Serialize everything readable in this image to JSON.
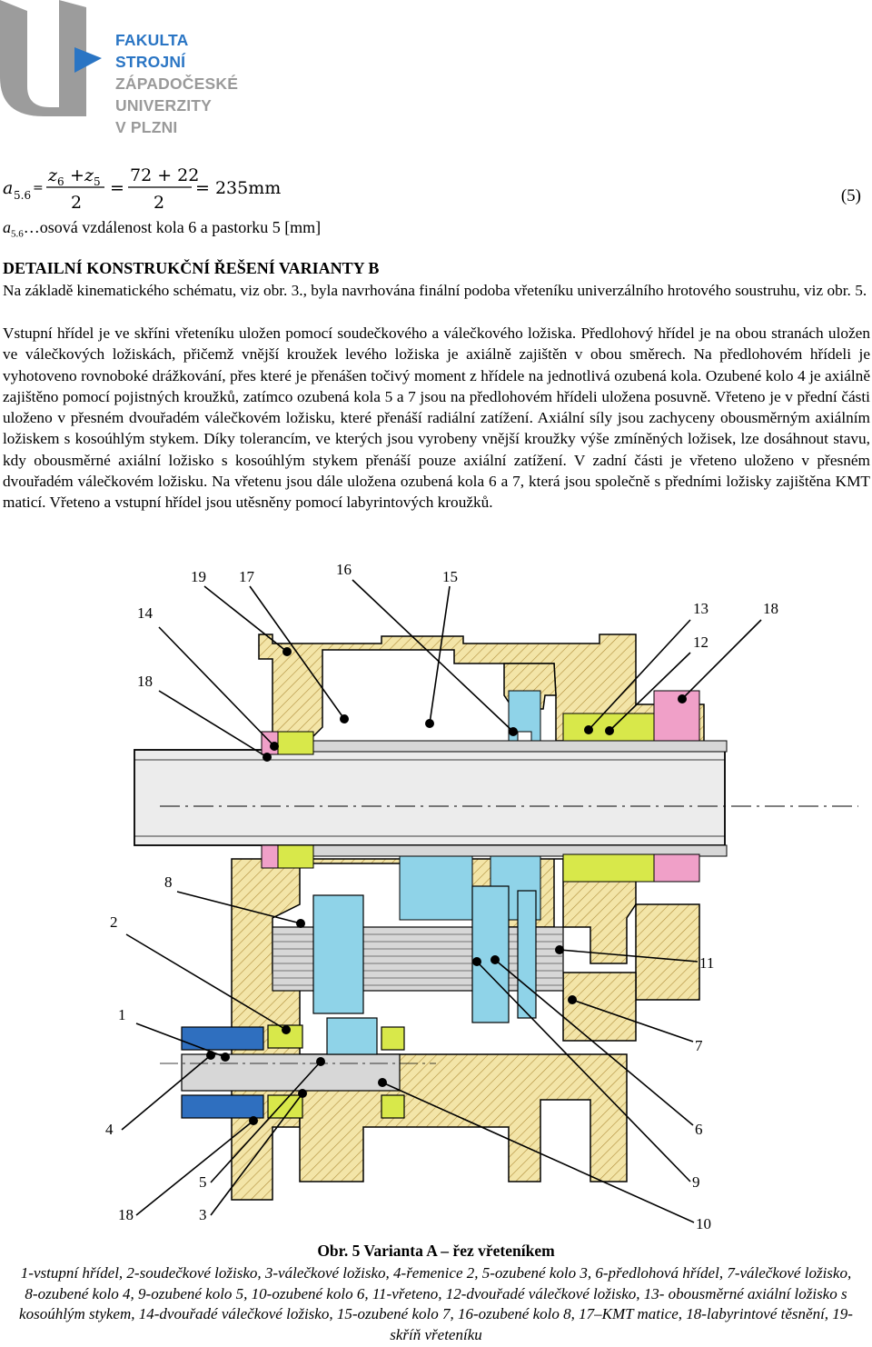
{
  "header": {
    "logo_lines": [
      "FAKULTA STROJNÍ",
      "ZÁPADOČESKÉ",
      "UNIVERZITY",
      "V PLZNI"
    ]
  },
  "equation": {
    "lhs": "a",
    "lhs_sub": "5.6",
    "eq1": "=",
    "frac1_num_a": "z",
    "frac1_num_a_sub": "6",
    "frac1_plus": "+",
    "frac1_num_b": "z",
    "frac1_num_b_sub": "5",
    "frac1_den": "2",
    "eq2": "=",
    "frac2_num": "72 + 22",
    "frac2_den": "2",
    "eq3": "= 235mm",
    "number": "(5)"
  },
  "definition": {
    "symbol": "a",
    "sub": "5.6",
    "text": "…osová vzdálenost kola 6 a pastorku 5 [mm]"
  },
  "section_heading": "DETAILNÍ KONSTRUKČNÍ ŘEŠENÍ VARIANTY B",
  "paragraph1": "Na základě kinematického schématu, viz obr. 3., byla navrhována finální podoba vřeteníku univerzálního hrotového soustruhu, viz obr. 5.",
  "paragraph2": "Vstupní hřídel je ve skříni vřeteníku uložen pomocí soudečkového a válečkového ložiska. Předlohový hřídel je na obou stranách uložen ve válečkových ložiskách, přičemž vnější kroužek levého ložiska je axiálně zajištěn v obou směrech. Na předlohovém hřídeli je vyhotoveno rovnoboké drážkování, přes které je přenášen točivý moment z hřídele na jednotlivá ozubená kola. Ozubené kolo 4 je axiálně zajištěno pomocí pojistných kroužků, zatímco ozubená kola 5 a 7 jsou na předlohovém hřídeli uložena posuvně. Vřeteno je v přední části uloženo v přesném dvouřadém válečkovém ložisku, které přenáší radiální zatížení. Axiální síly jsou zachyceny obousměrným axiálním ložiskem s kosoúhlým stykem. Díky tolerancím, ve kterých jsou vyrobeny vnější kroužky výše zmíněných ložisek, lze dosáhnout stavu, kdy obousměrné axiální ložisko s kosoúhlým stykem přenáší pouze axiální zatížení. V zadní části je vřeteno uloženo v přesném dvouřadém válečkovém ložisku. Na vřetenu jsou dále uložena ozubená kola 6 a 7, která jsou společně s předními ložisky zajištěna KMT maticí. Vřeteno a vstupní hřídel jsou utěsněny pomocí labyrintových kroužků.",
  "figure": {
    "labels": [
      "19",
      "17",
      "16",
      "15",
      "14",
      "13",
      "18",
      "12",
      "18",
      "8",
      "2",
      "11",
      "1",
      "7",
      "4",
      "6",
      "5",
      "9",
      "18",
      "3",
      "10"
    ],
    "colors": {
      "housing": "#f3e5a8",
      "gear": "#8fd3e8",
      "bearing": "#d8e84a",
      "seal": "#f0a0c8",
      "shaft": "#d7d7d7",
      "pulley": "#2f6fbf",
      "hatch": "#b08d3a"
    }
  },
  "caption": {
    "title": "Obr. 5 Varianta A – řez vřeteníkem",
    "text": "1-vstupní hřídel, 2-soudečkové ložisko, 3-válečkové ložisko, 4-řemenice 2, 5-ozubené kolo 3, 6-předlohová hřídel, 7-válečkové ložisko, 8-ozubené kolo 4, 9-ozubené kolo 5, 10-ozubené kolo 6, 11-vřeteno, 12-dvouřadé válečkové ložisko, 13- obousměrné axiální ložisko s kosoúhlým stykem, 14-dvouřadé válečkové ložisko, 15-ozubené kolo 7, 16-ozubené kolo 8, 17–KMT matice, 18-labyrintové těsnění, 19-skříň vřeteníku"
  }
}
